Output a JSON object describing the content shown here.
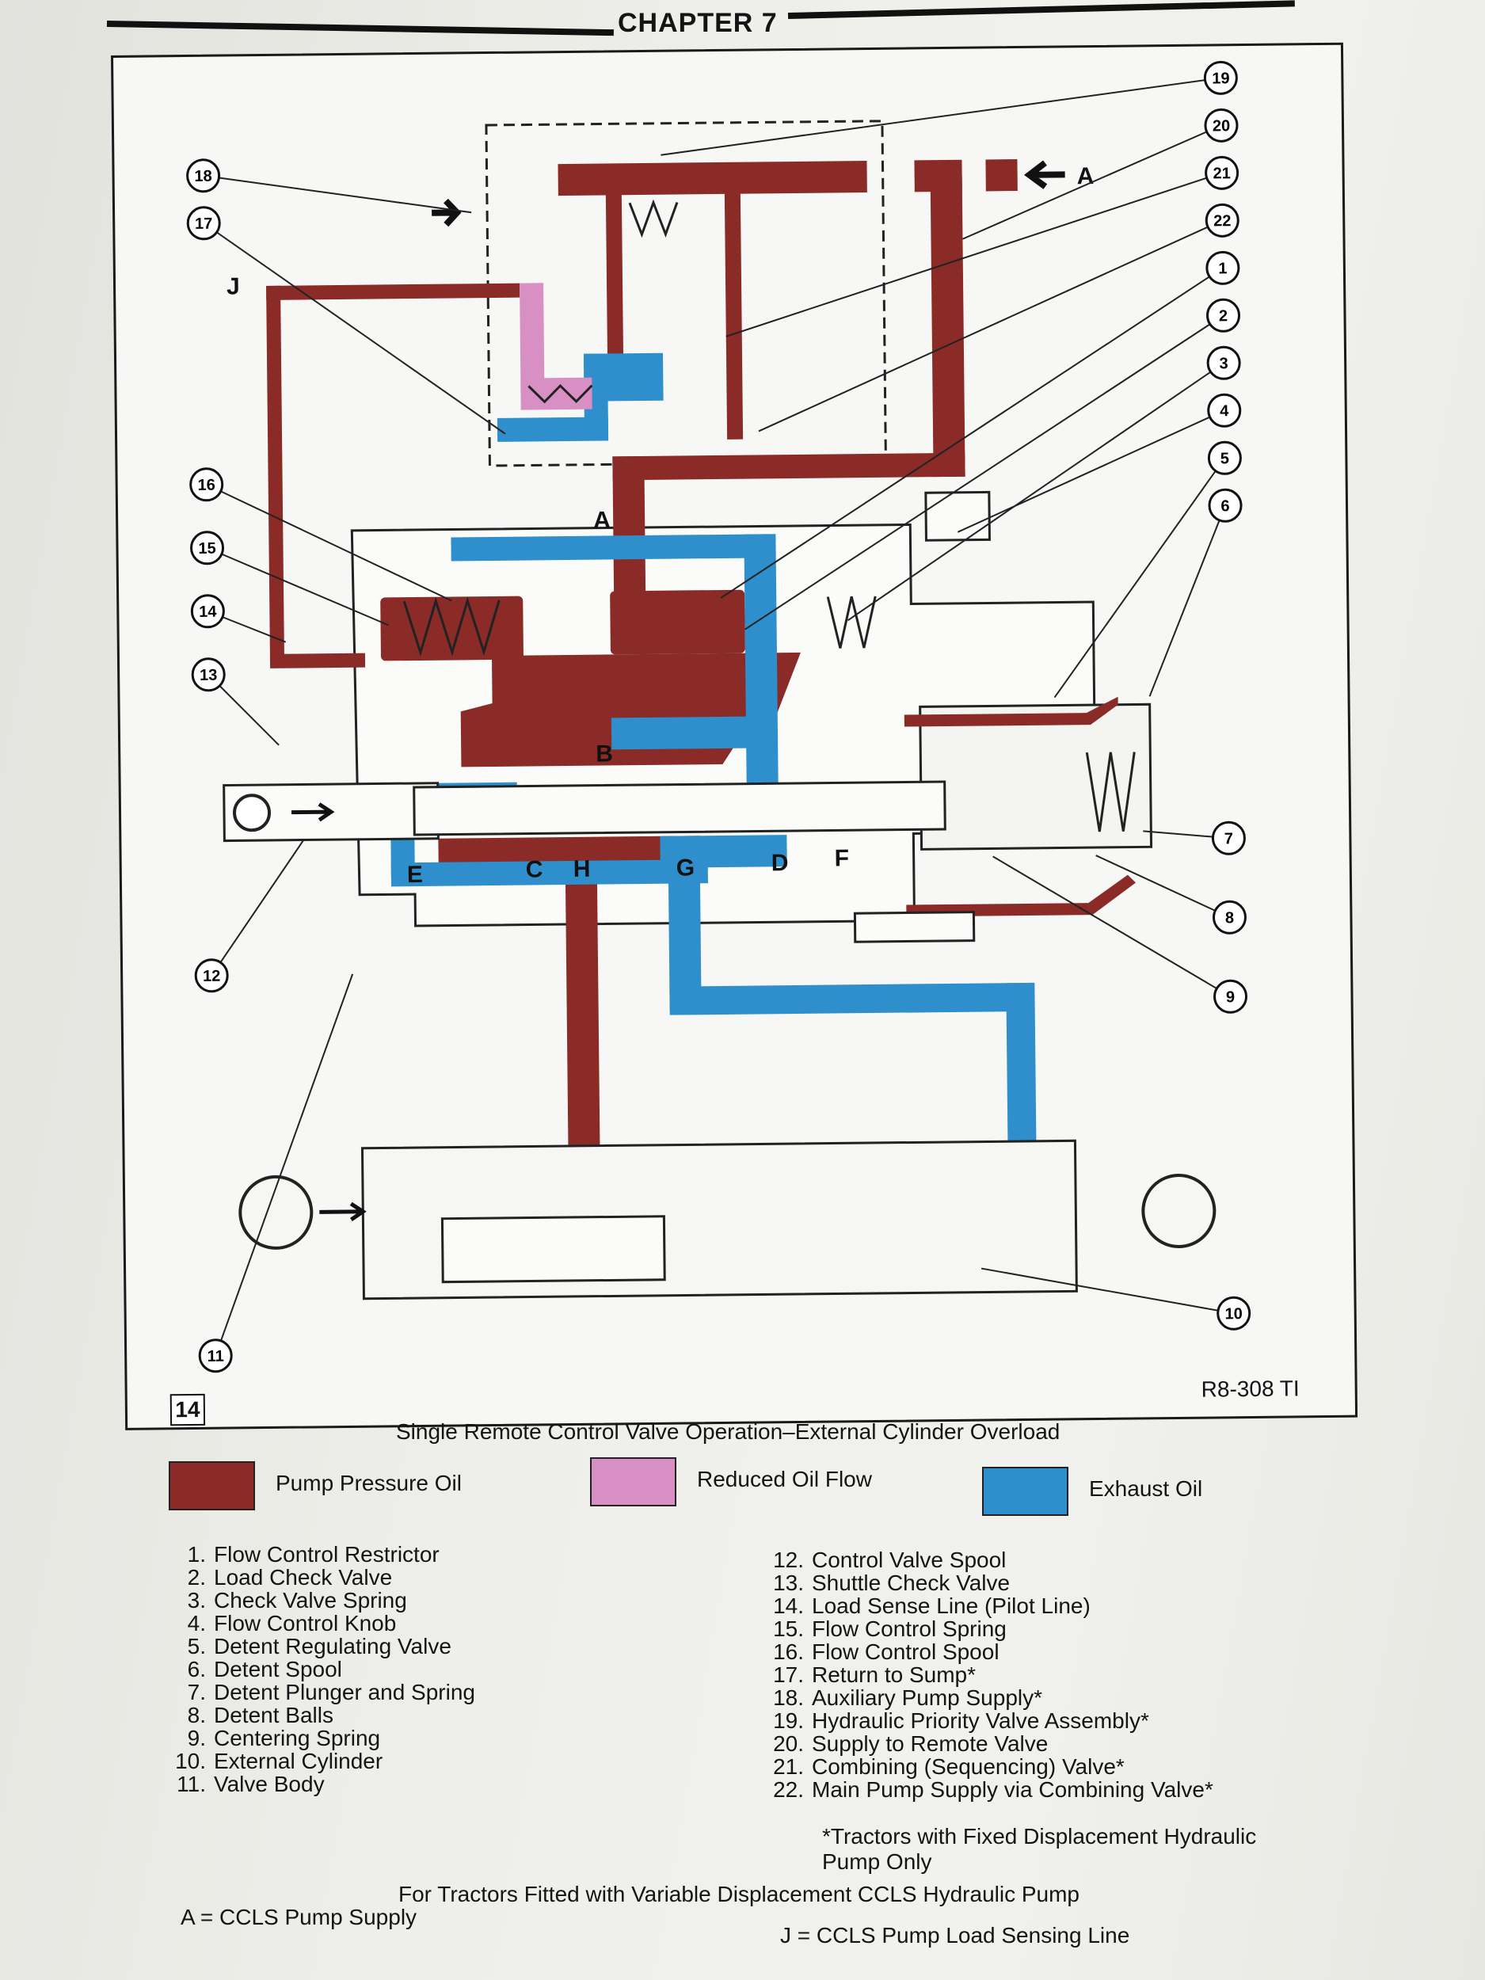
{
  "chapter": "CHAPTER 7",
  "figure": {
    "number": "14",
    "reference": "R8-308 TI",
    "caption": "Single Remote Control Valve Operation–External Cylinder Overload",
    "port_letters": [
      "A",
      "B",
      "C",
      "H",
      "G",
      "D",
      "F",
      "E"
    ],
    "inlet_letters": {
      "a": "A",
      "j": "J"
    },
    "callouts": [
      "19",
      "20",
      "21",
      "22",
      "1",
      "2",
      "3",
      "4",
      "5",
      "6",
      "7",
      "8",
      "9",
      "10",
      "11",
      "12",
      "13",
      "14",
      "15",
      "16",
      "17",
      "18"
    ]
  },
  "colors": {
    "pump_pressure": "#8a2b27",
    "reduced": "#d88fc4",
    "exhaust": "#2f8fcc"
  },
  "legend": [
    {
      "label": "Pump Pressure Oil",
      "color": "#8a2b27"
    },
    {
      "label": "Reduced Oil Flow",
      "color": "#d88fc4"
    },
    {
      "label": "Exhaust Oil",
      "color": "#2f8fcc"
    }
  ],
  "parts_left": [
    {
      "num": "1.",
      "name": "Flow Control Restrictor"
    },
    {
      "num": "2.",
      "name": "Load Check Valve"
    },
    {
      "num": "3.",
      "name": "Check Valve Spring"
    },
    {
      "num": "4.",
      "name": "Flow Control Knob"
    },
    {
      "num": "5.",
      "name": "Detent Regulating Valve"
    },
    {
      "num": "6.",
      "name": "Detent Spool"
    },
    {
      "num": "7.",
      "name": "Detent Plunger and Spring"
    },
    {
      "num": "8.",
      "name": "Detent Balls"
    },
    {
      "num": "9.",
      "name": "Centering Spring"
    },
    {
      "num": "10.",
      "name": "External Cylinder"
    },
    {
      "num": "11.",
      "name": "Valve Body"
    }
  ],
  "parts_right": [
    {
      "num": "12.",
      "name": "Control Valve Spool"
    },
    {
      "num": "13.",
      "name": "Shuttle Check Valve"
    },
    {
      "num": "14.",
      "name": "Load Sense Line (Pilot Line)"
    },
    {
      "num": "15.",
      "name": "Flow Control Spring"
    },
    {
      "num": "16.",
      "name": "Flow Control Spool"
    },
    {
      "num": "17.",
      "name": "Return to Sump*"
    },
    {
      "num": "18.",
      "name": "Auxiliary Pump Supply*"
    },
    {
      "num": "19.",
      "name": "Hydraulic Priority Valve Assembly*"
    },
    {
      "num": "20.",
      "name": "Supply to Remote Valve"
    },
    {
      "num": "21.",
      "name": "Combining (Sequencing) Valve*"
    },
    {
      "num": "22.",
      "name": "Main Pump Supply via Combining Valve*"
    }
  ],
  "footnote": {
    "line1": "*Tractors with Fixed Displacement Hydraulic",
    "line2": "Pump Only"
  },
  "ccls": {
    "heading": "For Tractors Fitted with Variable Displacement CCLS Hydraulic Pump",
    "a": "A = CCLS Pump Supply",
    "j": "J = CCLS Pump Load Sensing Line"
  }
}
